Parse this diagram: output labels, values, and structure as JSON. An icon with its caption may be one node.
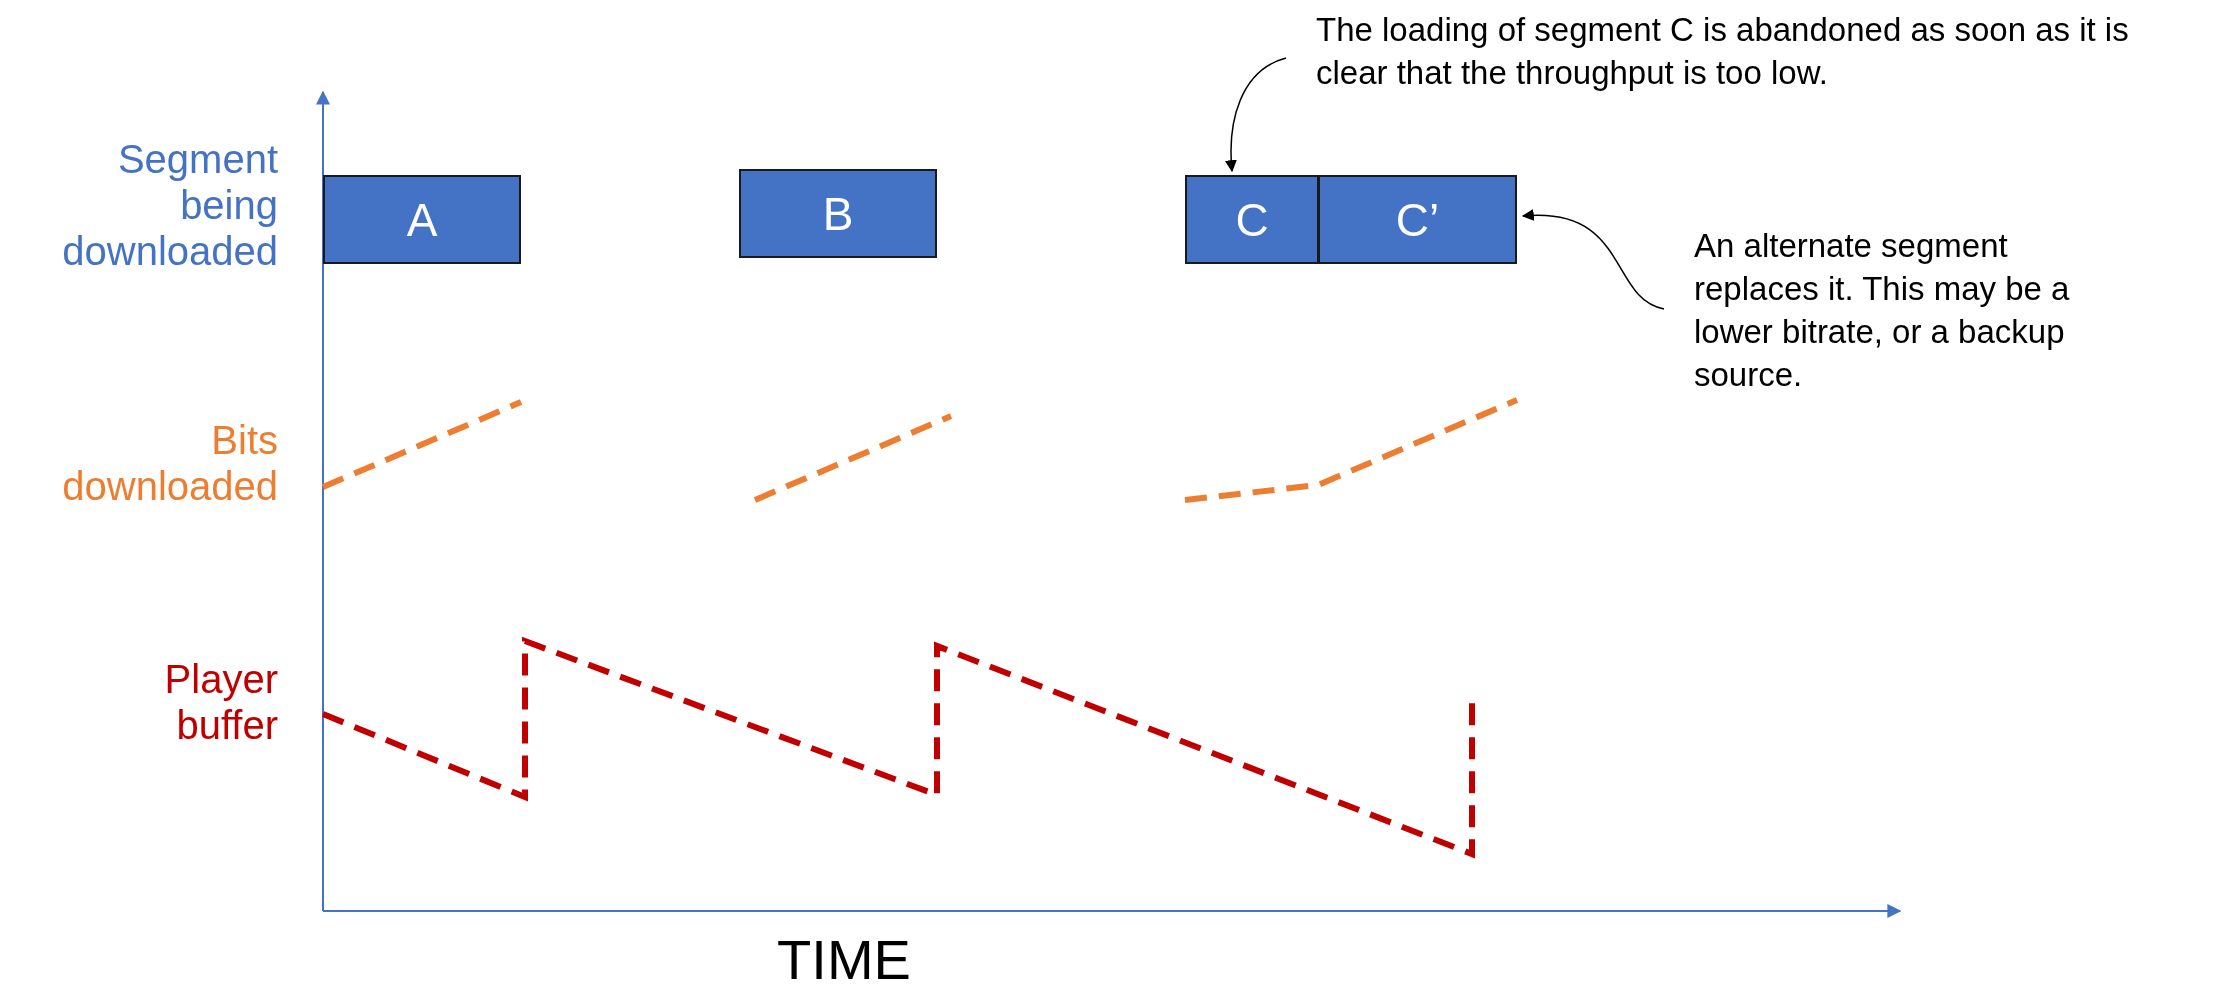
{
  "diagram": {
    "nodes": [
      {
        "text": [
          "A"
        ]
      },
      {
        "text": [
          "B"
        ]
      },
      {
        "text": [
          "C"
        ]
      },
      {
        "text": [
          "C’"
        ]
      },
      {
        "text": [
          "The loading of segment C is abandoned as soon as it is clear that the throughput is too low."
        ]
      },
      {
        "text": [
          "An alternate segment replaces it. This may be a lower bitrate, or a backup source."
        ]
      }
    ],
    "edges": [
      {
        "from": 4,
        "to": 2,
        "arrow": "to"
      },
      {
        "from": 5,
        "to": 3,
        "arrow": "to"
      }
    ],
    "labels": [
      "Segment being downloaded",
      "Bits downloaded",
      "Player buffer",
      "TIME"
    ]
  }
}
